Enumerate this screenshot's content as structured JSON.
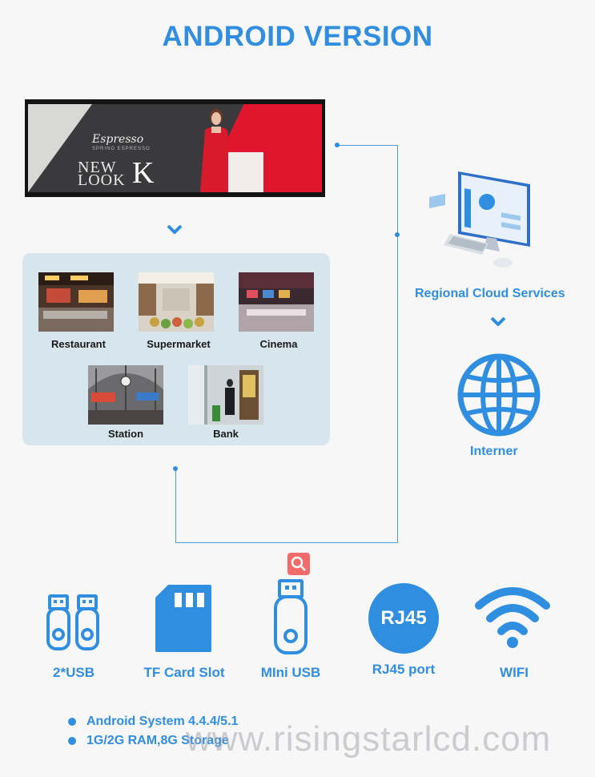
{
  "title": "ANDROID VERSION",
  "banner": {
    "brand_script": "Espresso",
    "brand_sub": "SPRING ESPRESSO",
    "headline_line1": "NEW",
    "headline_line2": "LOOK",
    "headline_k": "K"
  },
  "venues": [
    {
      "label": "Restaurant"
    },
    {
      "label": "Supermarket"
    },
    {
      "label": "Cinema"
    },
    {
      "label": "Station"
    },
    {
      "label": "Bank"
    }
  ],
  "cloud": {
    "label": "Regional Cloud Services"
  },
  "internet": {
    "label": "Interner"
  },
  "ports": [
    {
      "label": "2*USB",
      "icon": "dual-usb-icon"
    },
    {
      "label": "TF Card Slot",
      "icon": "sd-card-icon"
    },
    {
      "label": "MIni USB",
      "icon": "usb-stick-icon"
    },
    {
      "label": "RJ45 port",
      "icon": "rj45-icon",
      "icon_text": "RJ45"
    },
    {
      "label": "WIFI",
      "icon": "wifi-icon"
    }
  ],
  "specs": [
    "Android System 4.4.4/5.1",
    "1G/2G RAM,8G Storage"
  ],
  "watermark": "www.risingstarlcd.com",
  "colors": {
    "accent": "#2f8ee0",
    "panel": "#d6e6ec",
    "badge": "#f26b6b"
  }
}
